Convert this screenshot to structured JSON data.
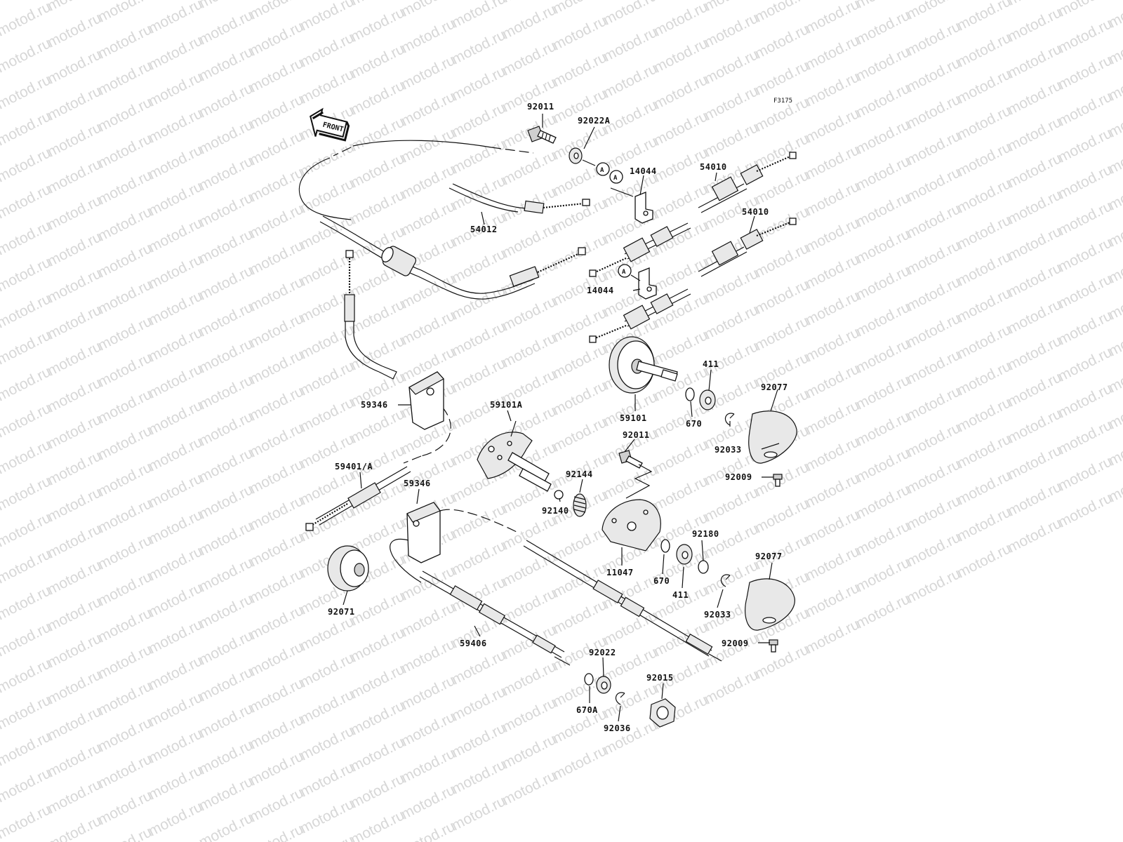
{
  "diagram": {
    "code": "F3175",
    "front_label": "FRONT",
    "watermark": "motod.ru",
    "ref_letter": "A",
    "callouts": [
      {
        "id": "c01",
        "text": "92011"
      },
      {
        "id": "c02",
        "text": "92022A"
      },
      {
        "id": "c03",
        "text": "14044"
      },
      {
        "id": "c04",
        "text": "54010"
      },
      {
        "id": "c05",
        "text": "54010"
      },
      {
        "id": "c06",
        "text": "54012"
      },
      {
        "id": "c07",
        "text": "14044"
      },
      {
        "id": "c08",
        "text": "411"
      },
      {
        "id": "c09",
        "text": "92077"
      },
      {
        "id": "c10",
        "text": "59101"
      },
      {
        "id": "c11",
        "text": "670"
      },
      {
        "id": "c12",
        "text": "92033"
      },
      {
        "id": "c13",
        "text": "59346"
      },
      {
        "id": "c14",
        "text": "59101A"
      },
      {
        "id": "c15",
        "text": "92011"
      },
      {
        "id": "c16",
        "text": "59401/A"
      },
      {
        "id": "c17",
        "text": "59346"
      },
      {
        "id": "c18",
        "text": "92144"
      },
      {
        "id": "c19",
        "text": "92009"
      },
      {
        "id": "c20",
        "text": "92140"
      },
      {
        "id": "c21",
        "text": "92180"
      },
      {
        "id": "c22",
        "text": "92077"
      },
      {
        "id": "c23",
        "text": "11047"
      },
      {
        "id": "c24",
        "text": "670"
      },
      {
        "id": "c25",
        "text": "411"
      },
      {
        "id": "c26",
        "text": "92071"
      },
      {
        "id": "c27",
        "text": "92033"
      },
      {
        "id": "c28",
        "text": "59406"
      },
      {
        "id": "c29",
        "text": "92009"
      },
      {
        "id": "c30",
        "text": "92022"
      },
      {
        "id": "c31",
        "text": "92015"
      },
      {
        "id": "c32",
        "text": "670A"
      },
      {
        "id": "c33",
        "text": "92036"
      }
    ]
  }
}
